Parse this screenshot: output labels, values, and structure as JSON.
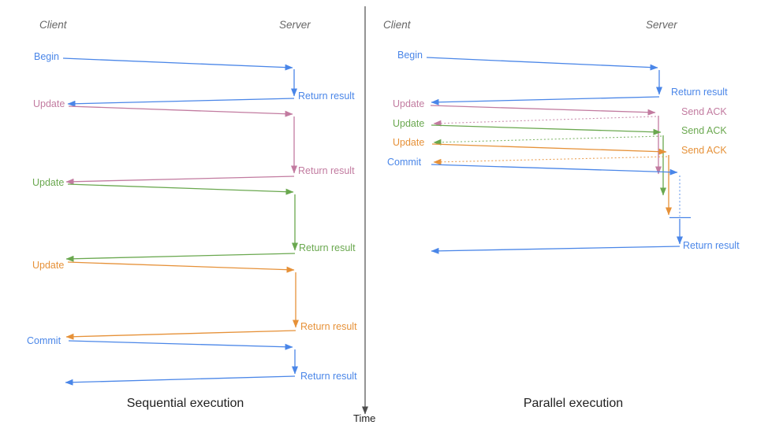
{
  "palette": {
    "blue": "#4a86e8",
    "pink": "#c27ba0",
    "green": "#6aa84f",
    "orange": "#e69138",
    "axis_gray": "#4d4d4d",
    "header_gray": "#666666"
  },
  "time_axis": {
    "label": "Time"
  },
  "sequential": {
    "title": "Sequential execution",
    "headers": {
      "client": "Client",
      "server": "Server"
    },
    "messages": [
      {
        "request": "Begin",
        "response": "Return result",
        "color": "blue"
      },
      {
        "request": "Update",
        "response": "Return result",
        "color": "pink"
      },
      {
        "request": "Update",
        "response": "Return result",
        "color": "green"
      },
      {
        "request": "Update",
        "response": "Return result",
        "color": "orange"
      },
      {
        "request": "Commit",
        "response": "Return result",
        "color": "blue"
      }
    ]
  },
  "parallel": {
    "title": "Parallel execution",
    "headers": {
      "client": "Client",
      "server": "Server"
    },
    "messages": [
      {
        "request": "Begin",
        "response": "Return result",
        "color": "blue",
        "response_style": "solid"
      },
      {
        "request": "Update",
        "response": "Send ACK",
        "color": "pink",
        "response_style": "dotted"
      },
      {
        "request": "Update",
        "response": "Send ACK",
        "color": "green",
        "response_style": "dotted"
      },
      {
        "request": "Update",
        "response": "Send ACK",
        "color": "orange",
        "response_style": "dotted"
      },
      {
        "request": "Commit",
        "response": "Return result",
        "color": "blue",
        "response_style": "solid"
      }
    ]
  }
}
